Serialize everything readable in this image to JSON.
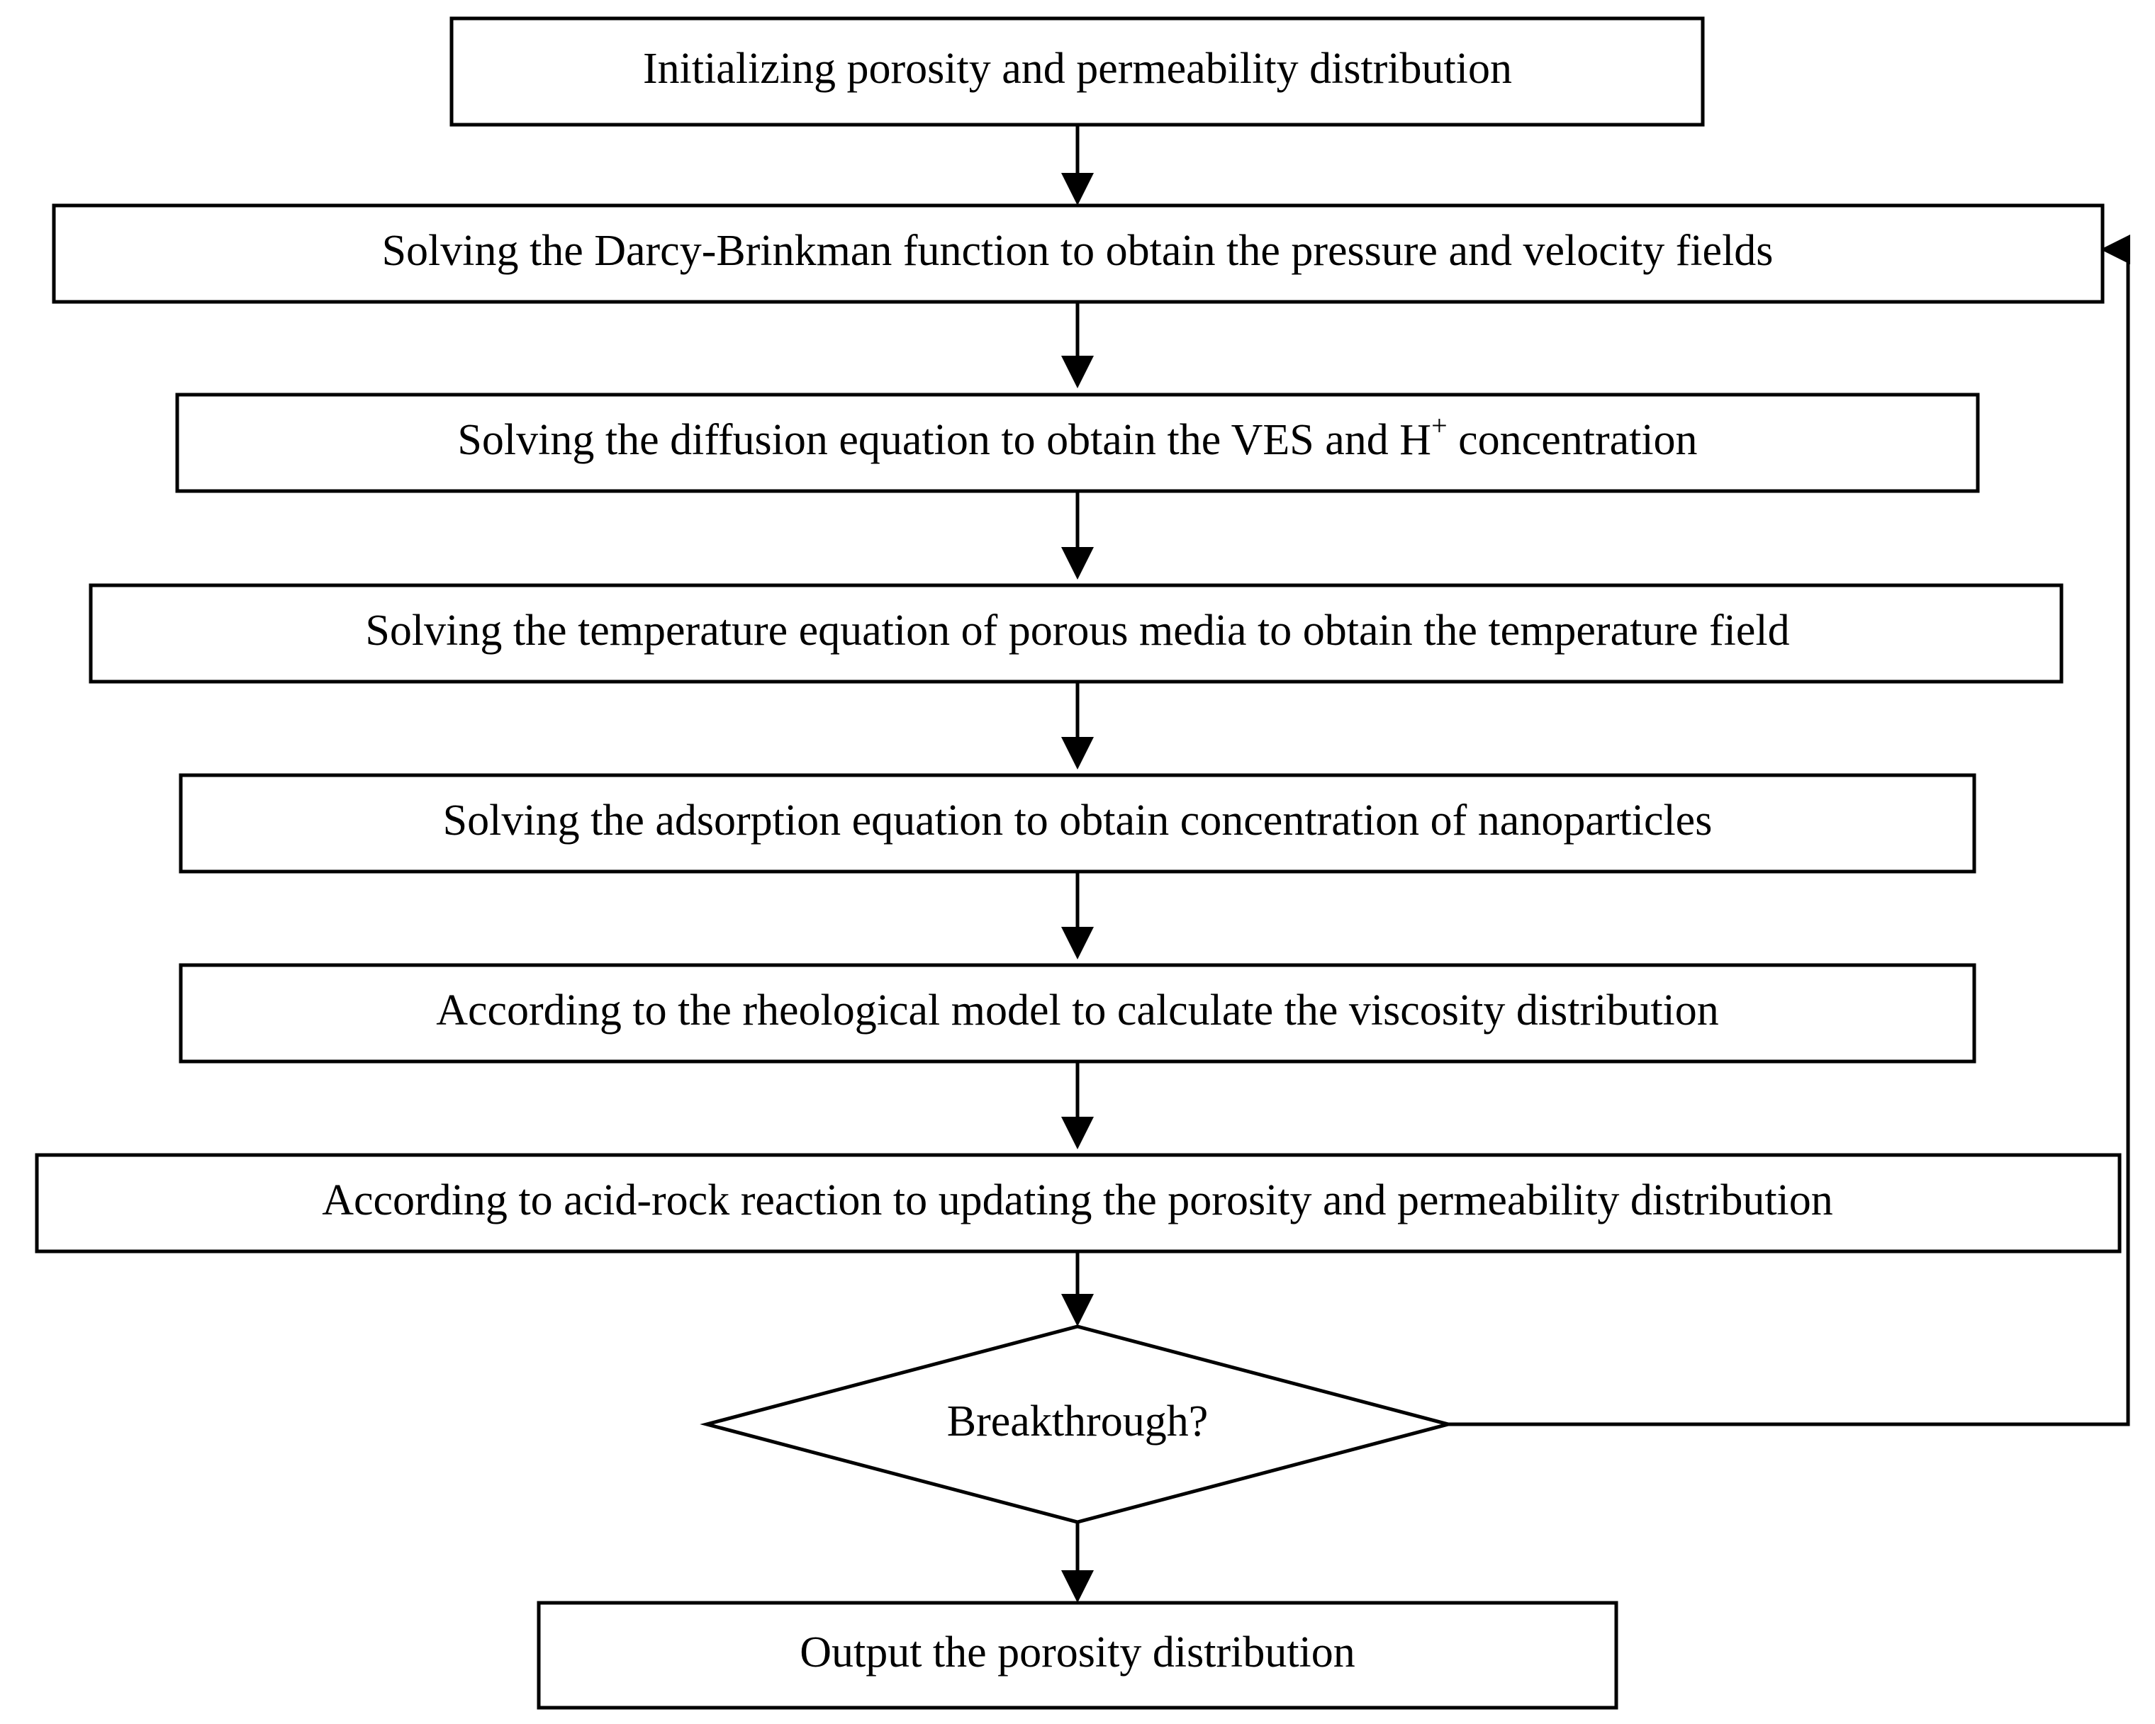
{
  "diagram": {
    "title": "Numerical simulation workflow flowchart",
    "type": "flowchart",
    "background_color": "#ffffff",
    "stroke_color": "#000000",
    "text_color": "#000000",
    "nodes": [
      {
        "id": "init",
        "shape": "rectangle",
        "label": "Initializing porosity and permeability distribution"
      },
      {
        "id": "darcy",
        "shape": "rectangle",
        "label": "Solving the Darcy-Brinkman function to obtain the pressure and velocity fields"
      },
      {
        "id": "diffusion",
        "shape": "rectangle",
        "label_prefix": "Solving the diffusion equation to obtain the VES and H",
        "label_sup": "+",
        "label_suffix": " concentration",
        "label": "Solving the diffusion equation to obtain the VES and H+ concentration"
      },
      {
        "id": "temperature",
        "shape": "rectangle",
        "label": "Solving the temperature equation of porous media to obtain the temperature field"
      },
      {
        "id": "adsorption",
        "shape": "rectangle",
        "label": "Solving the adsorption equation to obtain concentration of nanoparticles"
      },
      {
        "id": "rheology",
        "shape": "rectangle",
        "label": "According to the rheological model to calculate the viscosity distribution"
      },
      {
        "id": "acidrock",
        "shape": "rectangle",
        "label": "According to acid-rock reaction to updating the porosity and permeability distribution"
      },
      {
        "id": "breakthrough",
        "shape": "diamond",
        "label": "Breakthrough?"
      },
      {
        "id": "output",
        "shape": "rectangle",
        "label": "Output the porosity distribution"
      }
    ],
    "edges": [
      {
        "id": "e1",
        "from": "init",
        "to": "darcy",
        "label": ""
      },
      {
        "id": "e2",
        "from": "darcy",
        "to": "diffusion",
        "label": ""
      },
      {
        "id": "e3",
        "from": "diffusion",
        "to": "temperature",
        "label": ""
      },
      {
        "id": "e4",
        "from": "temperature",
        "to": "adsorption",
        "label": ""
      },
      {
        "id": "e5",
        "from": "adsorption",
        "to": "rheology",
        "label": ""
      },
      {
        "id": "e6",
        "from": "rheology",
        "to": "acidrock",
        "label": ""
      },
      {
        "id": "e7",
        "from": "acidrock",
        "to": "breakthrough",
        "label": ""
      },
      {
        "id": "e8",
        "from": "breakthrough",
        "to": "output",
        "label": ""
      },
      {
        "id": "e9",
        "from": "breakthrough",
        "to": "darcy",
        "label": "",
        "kind": "feedback-loop"
      }
    ]
  }
}
